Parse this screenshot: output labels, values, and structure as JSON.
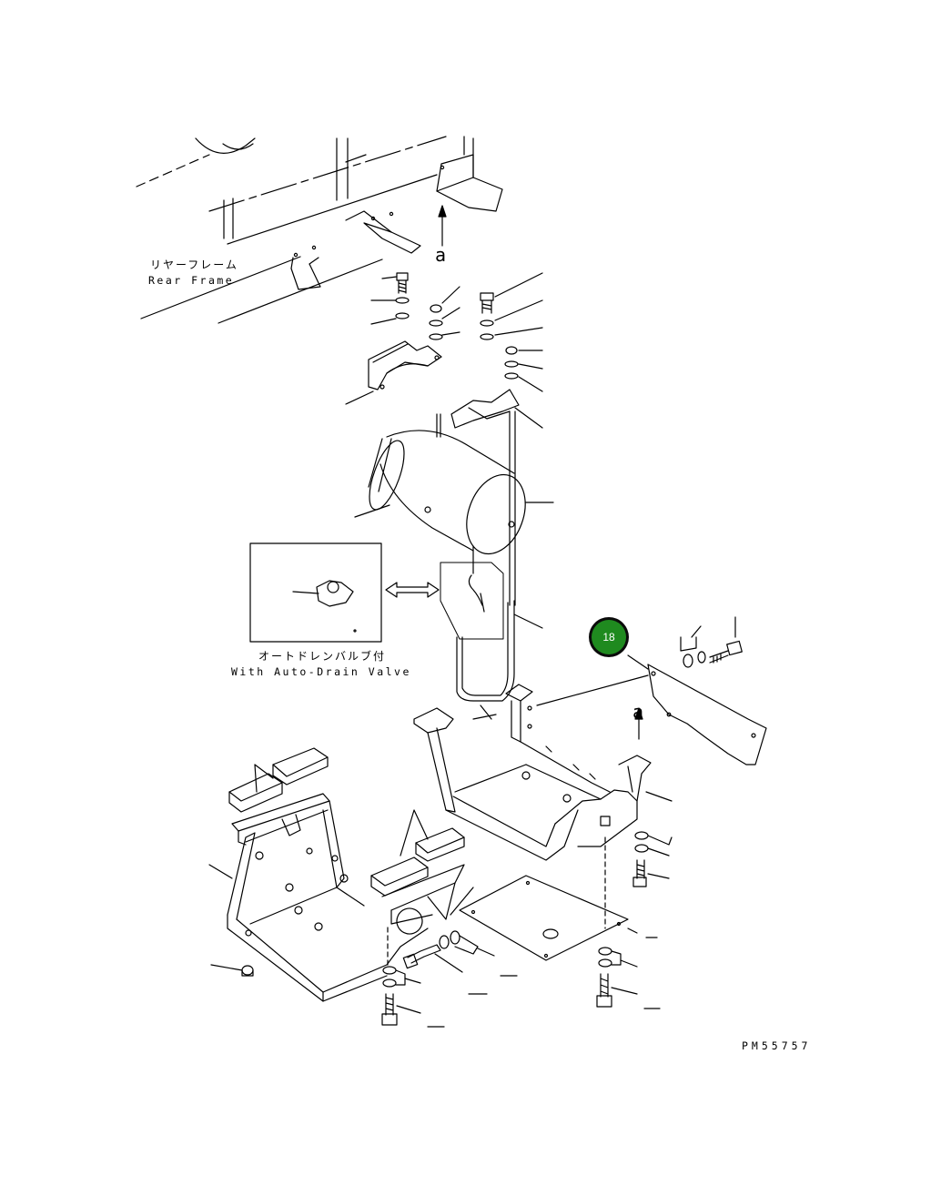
{
  "labels": {
    "rear_frame_jp": "リヤーフレーム",
    "rear_frame_en": "Rear Frame",
    "auto_drain_jp": "オートドレンバルブ付",
    "auto_drain_en": "With Auto-Drain Valve",
    "view_ref_top": "a",
    "view_ref_right": "a",
    "drawing_code": "PM55757"
  },
  "callouts": [
    {
      "number": "18",
      "color": "#1f8a1f"
    }
  ]
}
